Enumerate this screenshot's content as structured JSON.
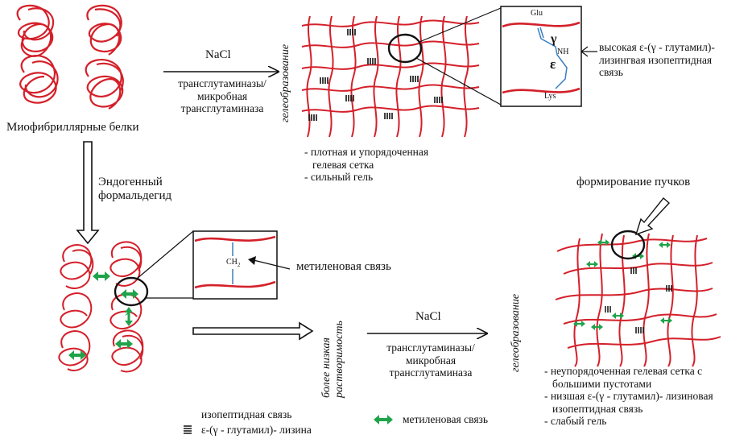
{
  "top_left": {
    "label": "Миофибриллярные белки"
  },
  "arrow_top": {
    "above": "NaCl",
    "below": [
      "трансглутаминазы/",
      "микробная",
      "трансглутаминаза"
    ]
  },
  "gel_top": {
    "side_label": "гелеобразование",
    "notes": [
      "- плотная и упорядоченная",
      "гелевая сетка",
      "- сильный гель"
    ]
  },
  "inset_top": {
    "glu": "Glu",
    "gamma": "γ",
    "nh": "NH",
    "epsilon": "ε",
    "lys": "Lys",
    "callout": [
      "высокая ε-(γ - глутамил)-",
      "лизингвая изопептидная",
      "связь"
    ]
  },
  "down_arrow": {
    "label": [
      "Эндогенный",
      "формальдегид"
    ]
  },
  "inset_mid": {
    "ch2": "CH",
    "ch2_sub": "2",
    "callout": "метиленовая связь"
  },
  "mid": {
    "vertical_label": [
      "более низкая",
      "растворимость"
    ]
  },
  "arrow_bottom": {
    "above": "NaCl",
    "below": [
      "трансглутаминазы/",
      "микробная",
      "трансглутаминаза"
    ]
  },
  "gel_bottom": {
    "side_label": "гелеобразование",
    "bundle_label": "формирование пучков",
    "notes": [
      "- неупорядоченная гелевая сетка с",
      "большими пустотами",
      "- низшая ε-(γ - глутамил)- лизиновая",
      "изопептидная связь",
      "- слабый гель"
    ]
  },
  "legend": {
    "isopeptide": [
      "изопептидная связь",
      "ε-(γ - глутамил)- лизина"
    ],
    "methylene": "метиленовая связь"
  },
  "colors": {
    "protein": "#d4202a",
    "link_green": "#1fa34a",
    "inset_line": "#3a7fc1"
  }
}
